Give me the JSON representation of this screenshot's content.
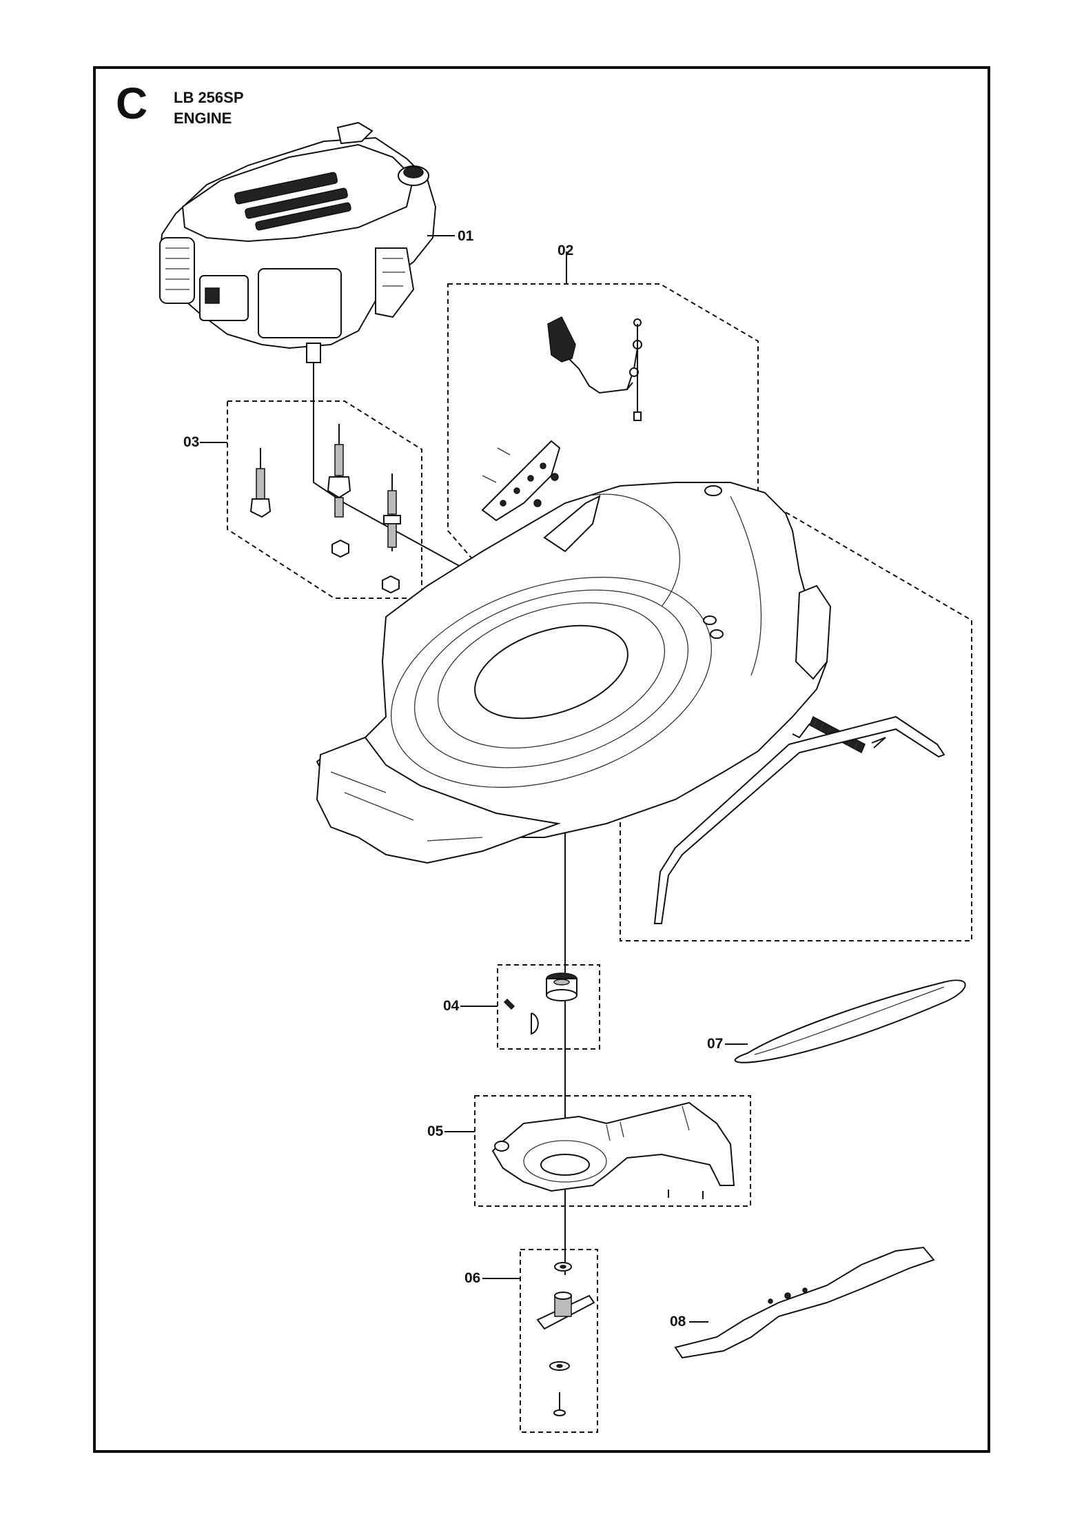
{
  "header": {
    "section_letter": "C",
    "model": "LB 256SP",
    "title": "ENGINE"
  },
  "callouts": [
    {
      "id": "01",
      "label": "01"
    },
    {
      "id": "02",
      "label": "02"
    },
    {
      "id": "03",
      "label": "03"
    },
    {
      "id": "04",
      "label": "04"
    },
    {
      "id": "05",
      "label": "05"
    },
    {
      "id": "06",
      "label": "06"
    },
    {
      "id": "07",
      "label": "07"
    },
    {
      "id": "08",
      "label": "08"
    }
  ],
  "parts": [
    {
      "ref": "01",
      "name": "engine"
    },
    {
      "ref": "02",
      "name": "deck-assembly"
    },
    {
      "ref": "03",
      "name": "engine-mounting-bolts"
    },
    {
      "ref": "04",
      "name": "pulley"
    },
    {
      "ref": "05",
      "name": "belt-cover"
    },
    {
      "ref": "06",
      "name": "blade-mount"
    },
    {
      "ref": "07",
      "name": "drive-belt"
    },
    {
      "ref": "08",
      "name": "blade"
    }
  ],
  "colors": {
    "line": "#111111",
    "background": "#ffffff",
    "shade": "#bbbbbb"
  }
}
